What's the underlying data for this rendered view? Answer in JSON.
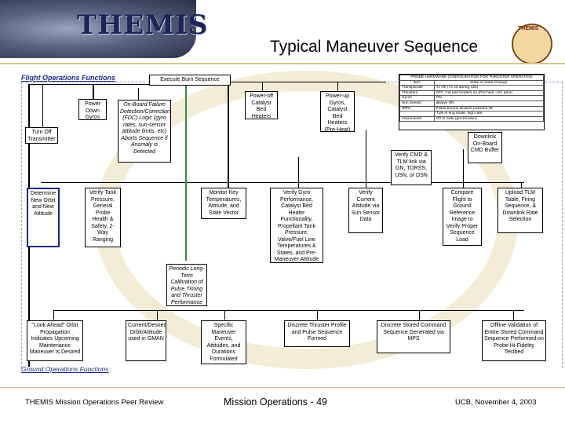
{
  "header": {
    "logo_text": "THEMIS",
    "title": "Typical Maneuver Sequence",
    "mascot_text": "THEMIS"
  },
  "labels": {
    "flight_ops": "Flight Operations Functions",
    "ground_ops": "Ground Operations Functions"
  },
  "boxes": {
    "execute_burn": "Execute Burn Sequence",
    "power_down_gyros": "Power Down Gyros",
    "turn_off_transmitter": "Turn Off Transmitter",
    "onboard_failure": "On-Board Failure Detection/Correction (FDC) Logic (gyro rates, sun-sensor attitude limits, etc) Aborts Sequence if Anomaly is Detected",
    "power_off_catalyst": "Power-off Catalyst Bed Heaters",
    "power_up_gyros": "Power-up Gyros, Catalyst Bed Heaters (Pre-Heat)",
    "verify_cmd": "Verify CMD & TLM link via GN, TDRSS, USN, or DSN",
    "downlink_cmd": "Downlink On-Board CMD Buffer",
    "determine_orbit": "Determine New Orbit and New Attitude",
    "verify_tank": "Verify Tank Pressure, General Probe Health & Safety, 2-Way Ranging",
    "monitor_key": "Monitor Key Temperatures, Attitude, and State Vector",
    "verify_gyro": "Verify Gyro Performance, Catalyst Bed Heater Functionality, Propellant Tank Pressure, Valve/Fuel Line Temperatures & States, and Pre-Maneuver Attitude",
    "verify_current_attitude": "Verify Current Attitude via Sun Sensor Data",
    "compare_flight": "Compare Flight to Ground Reference Image to Verify Proper Sequence Load",
    "upload_tlm": "Upload TLM Table, Firing Sequence, & Downlink Rate Selection",
    "periodic_calibration": "Periodic Long-Term Calibration of Pulse Timing and Thruster Performance",
    "look_ahead": "\"Look Ahead\" Orbit Propagation Indicates Upcoming Maintenance Maneuver is Desired",
    "current_desired": "Current/Desired Orbit/Attitude used in GMAN",
    "specific_maneuver": "Specific Maneuver Events, Attitudes, and Durations Formulated",
    "discrete_thruster": "Discrete Thruster Profile and Pulse Sequence Formed",
    "discrete_stored": "Discrete Stored Command Sequence Generated via MPS",
    "offline_validation": "Offline Validation of Entire Stored Command Sequence Performed on Probe Hi-Fidelity Testbed"
  },
  "mode_table": {
    "title": "PROBE HARDWARE CONFIGURATION FOR THRUSTER OPERATION",
    "headers": [
      "Item",
      "State or State Change"
    ],
    "rows": [
      [
        "Transponder",
        "Tx Off (Tx on during CID)"
      ],
      [
        "Thrusters",
        "OFF, Cat bed heaters on (Pre-heat ~1hr prior)"
      ],
      [
        "Gyros",
        "ON"
      ],
      [
        "Sun Sensor",
        "always ON"
      ],
      [
        "IDPU",
        "Fields booms stowed, particles off"
      ],
      [
        "",
        "TLM in eng mode, high rate"
      ],
      [
        "Instruments",
        "Off or Safe (pre-thruster)"
      ]
    ]
  },
  "footer": {
    "left": "THEMIS Mission Operations Peer Review",
    "center": "Mission Operations - 49",
    "right": "UCB, November 4, 2003"
  },
  "colors": {
    "accent_blue": "#1a2a8a",
    "beige": "#efe6c8",
    "rule": "#d6c48a"
  }
}
